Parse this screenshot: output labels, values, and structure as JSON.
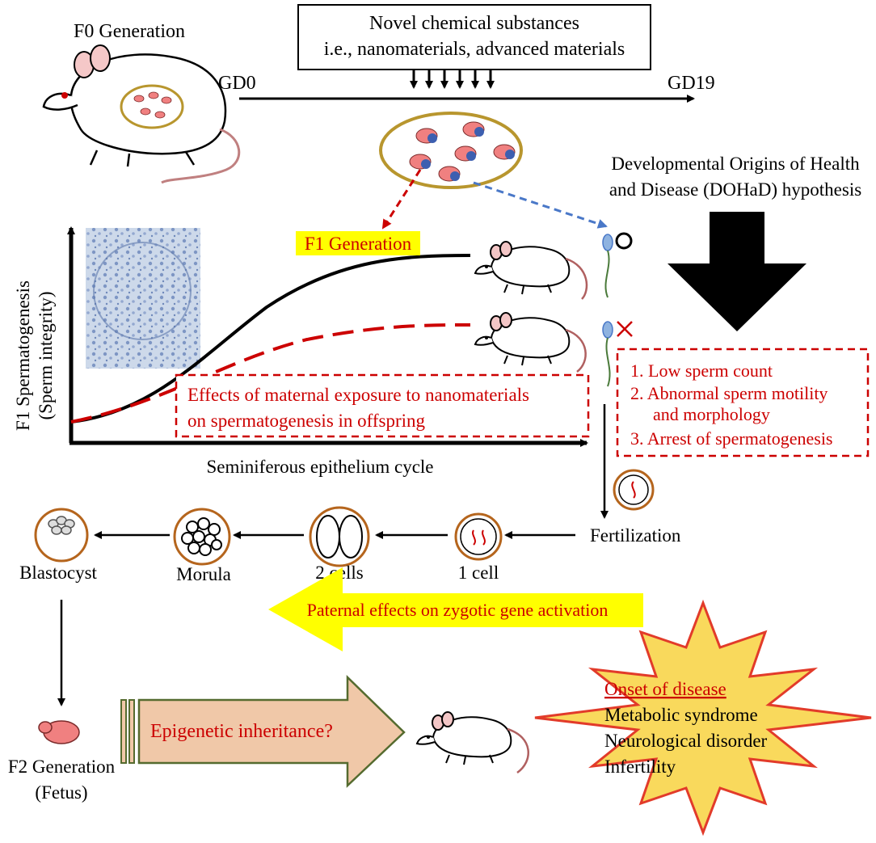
{
  "header": {
    "substance_line1": "Novel chemical substances",
    "substance_line2": "i.e., nanomaterials, advanced materials"
  },
  "timeline": {
    "f0_label": "F0 Generation",
    "start_label": "GD0",
    "end_label": "GD19"
  },
  "dohad": {
    "line1": "Developmental Origins of Health",
    "line2": "and Disease (DOHaD) hypothesis"
  },
  "graph": {
    "f1_label": "F1 Generation",
    "y_line1": "F1 Spermatogenesis",
    "y_line2": "(Sperm integrity)",
    "x_label": "Seminiferous epithelium cycle",
    "effects_line1": "Effects of maternal exposure to nanomaterials",
    "effects_line2": "on spermatogenesis in offspring"
  },
  "outcomes": {
    "item1": "1. Low sperm count",
    "item2a": "2. Abnormal sperm motility",
    "item2b": "and morphology",
    "item3": "3. Arrest of spermatogenesis"
  },
  "development": {
    "fertilization": "Fertilization",
    "one_cell": "1 cell",
    "two_cells": "2 cells",
    "morula": "Morula",
    "blastocyst": "Blastocyst"
  },
  "paternal": {
    "label": "Paternal effects on zygotic gene activation"
  },
  "f2": {
    "line1": "F2 Generation",
    "line2": "(Fetus)"
  },
  "epigenetic": {
    "label": "Epigenetic inheritance?"
  },
  "disease": {
    "title": "Onset of disease",
    "item1": "Metabolic syndrome",
    "item2": "Neurological disorder",
    "item3": "Infertility"
  },
  "colors": {
    "red": "#cc0000",
    "blue_dashed": "#4a78c8",
    "gold_ellipse": "#b8962e",
    "yellow": "#ffff00",
    "burst_fill": "#f9d95c",
    "burst_stroke": "#e23b2a",
    "peach_arrow": "#f0c8a8",
    "embryo_ring": "#b5651d",
    "tissue_bg": "#c9d6e8"
  }
}
